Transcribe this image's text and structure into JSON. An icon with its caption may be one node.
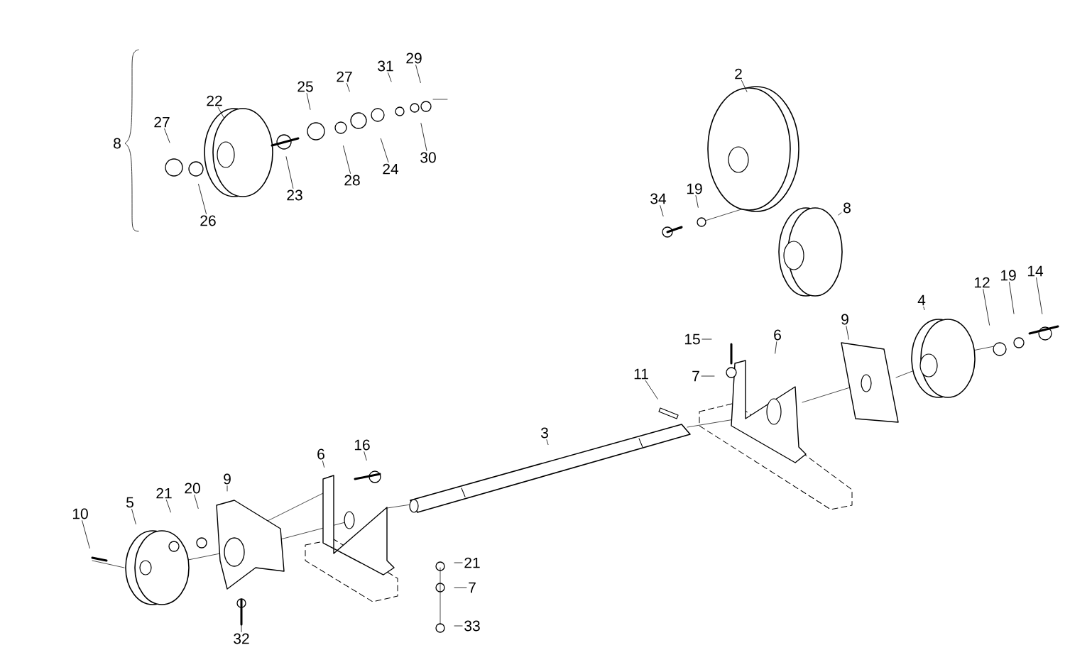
{
  "diagram": {
    "nodes": [
      {
        "text": [
          "27"
        ]
      },
      {
        "text": [
          "22"
        ]
      },
      {
        "text": [
          "25"
        ]
      },
      {
        "text": [
          "27"
        ]
      },
      {
        "text": [
          "31"
        ]
      },
      {
        "text": [
          "29"
        ]
      },
      {
        "text": [
          "30"
        ]
      },
      {
        "text": [
          "24"
        ]
      },
      {
        "text": [
          "28"
        ]
      },
      {
        "text": [
          "23"
        ]
      },
      {
        "text": [
          "26"
        ]
      },
      {
        "text": [
          "2"
        ]
      },
      {
        "text": [
          "34"
        ]
      },
      {
        "text": [
          "19"
        ]
      },
      {
        "text": [
          "8"
        ]
      },
      {
        "text": [
          "15"
        ]
      },
      {
        "text": [
          "7"
        ]
      },
      {
        "text": [
          "6"
        ]
      },
      {
        "text": [
          "9"
        ]
      },
      {
        "text": [
          "4"
        ]
      },
      {
        "text": [
          "12"
        ]
      },
      {
        "text": [
          "19"
        ]
      },
      {
        "text": [
          "14"
        ]
      },
      {
        "text": [
          "11"
        ]
      },
      {
        "text": [
          "3"
        ]
      },
      {
        "text": [
          "16"
        ]
      },
      {
        "text": [
          "6"
        ]
      },
      {
        "text": [
          "9"
        ]
      },
      {
        "text": [
          "20"
        ]
      },
      {
        "text": [
          "21"
        ]
      },
      {
        "text": [
          "5"
        ]
      },
      {
        "text": [
          "10"
        ]
      },
      {
        "text": [
          "32"
        ]
      },
      {
        "text": [
          "21"
        ]
      },
      {
        "text": [
          "7"
        ]
      },
      {
        "text": [
          "33"
        ]
      }
    ],
    "edges": [
      {
        "from": 0,
        "to": null,
        "arrow": "none"
      },
      {
        "from": 1,
        "to": null,
        "arrow": "none"
      },
      {
        "from": 2,
        "to": null,
        "arrow": "none"
      },
      {
        "from": 3,
        "to": null,
        "arrow": "none"
      },
      {
        "from": 4,
        "to": null,
        "arrow": "none"
      },
      {
        "from": 5,
        "to": null,
        "arrow": "none"
      },
      {
        "from": 6,
        "to": null,
        "arrow": "none"
      },
      {
        "from": 7,
        "to": null,
        "arrow": "none"
      },
      {
        "from": 8,
        "to": null,
        "arrow": "none"
      },
      {
        "from": 9,
        "to": null,
        "arrow": "none"
      },
      {
        "from": 10,
        "to": null,
        "arrow": "none"
      },
      {
        "from": 11,
        "to": null,
        "arrow": "none"
      },
      {
        "from": 12,
        "to": null,
        "arrow": "none"
      },
      {
        "from": 13,
        "to": null,
        "arrow": "none"
      },
      {
        "from": 14,
        "to": null,
        "arrow": "none"
      },
      {
        "from": 15,
        "to": null,
        "arrow": "none"
      },
      {
        "from": 16,
        "to": null,
        "arrow": "none"
      },
      {
        "from": 17,
        "to": null,
        "arrow": "none"
      },
      {
        "from": 18,
        "to": null,
        "arrow": "none"
      },
      {
        "from": 19,
        "to": null,
        "arrow": "none"
      },
      {
        "from": 20,
        "to": null,
        "arrow": "none"
      },
      {
        "from": 21,
        "to": null,
        "arrow": "none"
      },
      {
        "from": 22,
        "to": null,
        "arrow": "none"
      },
      {
        "from": 23,
        "to": null,
        "arrow": "none"
      },
      {
        "from": 24,
        "to": null,
        "arrow": "none"
      },
      {
        "from": 25,
        "to": null,
        "arrow": "none"
      },
      {
        "from": 26,
        "to": null,
        "arrow": "none"
      },
      {
        "from": 27,
        "to": null,
        "arrow": "none"
      },
      {
        "from": 28,
        "to": null,
        "arrow": "none"
      },
      {
        "from": 29,
        "to": null,
        "arrow": "none"
      },
      {
        "from": 30,
        "to": null,
        "arrow": "none"
      },
      {
        "from": 31,
        "to": null,
        "arrow": "none"
      },
      {
        "from": 32,
        "to": null,
        "arrow": "none"
      },
      {
        "from": 33,
        "to": null,
        "arrow": "none"
      },
      {
        "from": 34,
        "to": null,
        "arrow": "none"
      },
      {
        "from": 35,
        "to": null,
        "arrow": "none"
      }
    ],
    "labels": [
      "8"
    ]
  }
}
